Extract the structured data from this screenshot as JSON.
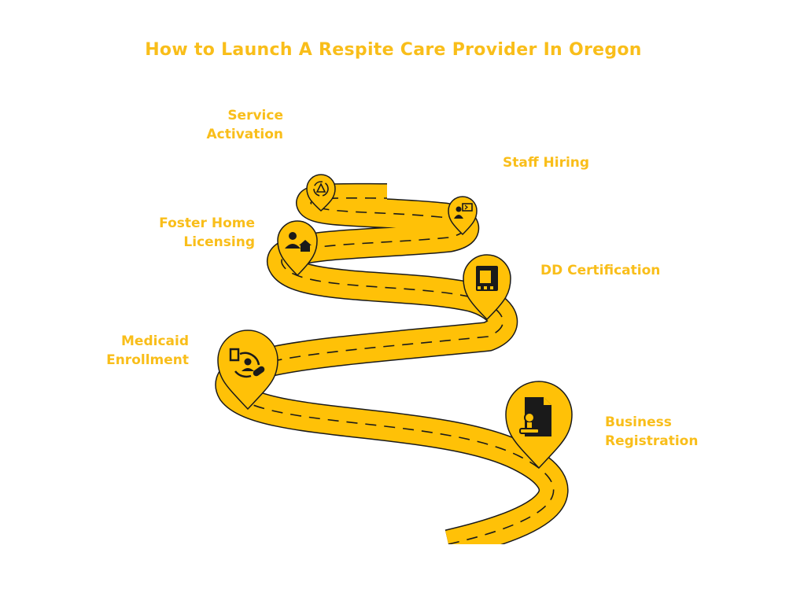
{
  "title": "How to Launch A Respite Care Provider In Oregon",
  "colors": {
    "accent": "#F9BE1A",
    "road": "#FFC107",
    "outline": "#1a1a1a"
  },
  "steps": [
    {
      "label": "Business\nRegistration",
      "icon": "stamp-document-icon"
    },
    {
      "label": "Medicaid\nEnrollment",
      "icon": "document-person-pill-icon"
    },
    {
      "label": "DD Certification",
      "icon": "certificate-frame-icon"
    },
    {
      "label": "Foster Home\nLicensing",
      "icon": "person-house-icon"
    },
    {
      "label": "Staff Hiring",
      "icon": "person-board-icon"
    },
    {
      "label": "Service\nActivation",
      "icon": "activation-cycle-icon"
    }
  ]
}
